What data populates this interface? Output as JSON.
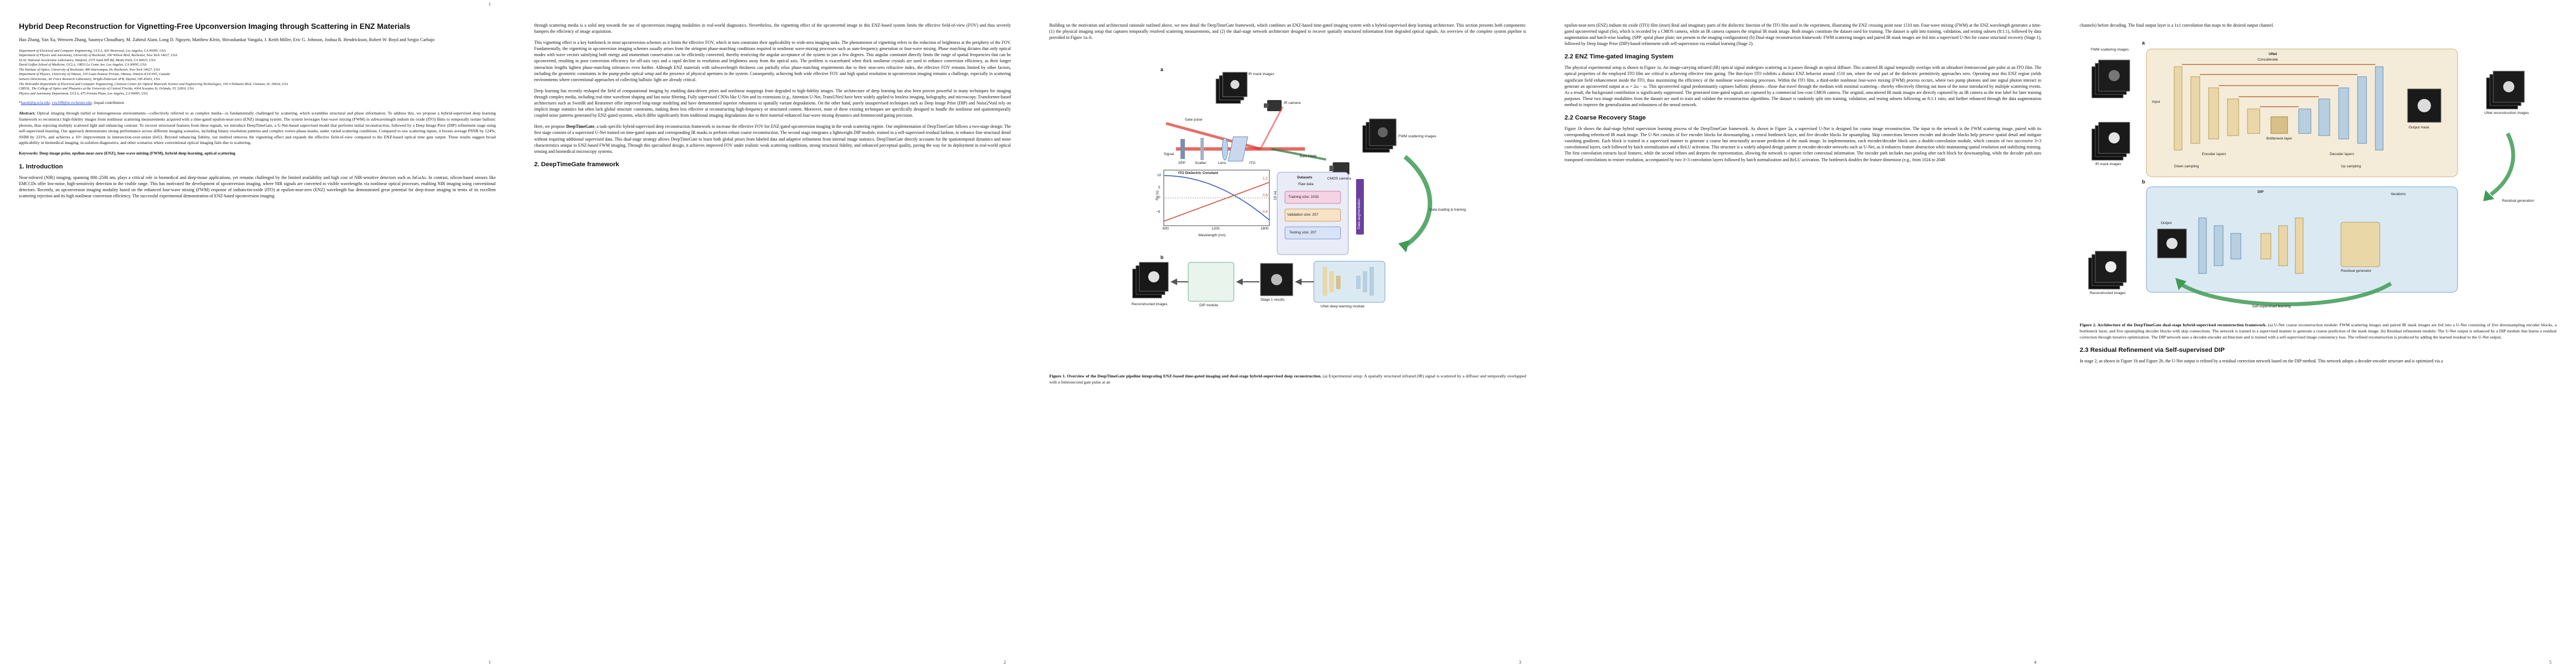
{
  "pages": [
    {
      "number": "1",
      "title": "Hybrid Deep Reconstruction for Vignetting-Free Upconversion Imaging through Scattering in ENZ Materials",
      "authors": "Hao Zhang, Yan Xu, Wenwen Zhang, Saumya Choudhary, M. Zahirul Alam, Long D. Nguyen, Matthew Klein, Shivashankar Vangala, J. Keith Miller, Eric G. Johnson, Joshua R. Hendrickson, Robert W. Boyd and Sergio Carbajo",
      "affiliations": [
        "Department of Electrical and Computer Engineering, UCLA, 420 Westwood, Los Angeles, CA 90095, USA",
        "Department of Physics and Astronomy, University of Rochester, 500 Wilson Blvd, Rochester, New York 14627, USA",
        "SLAC National Accelerator Laboratory, Stanford, 2575 Sand Hill Rd, Menlo Park, CA 94025, USA",
        "David Geffen School of Medicine, UCLA, 10833 Le Conte Ave, Los Angeles, CA 90095, USA",
        "The Institute of Optics, University of Rochester, 480 Intercampus Dr, Rochester, New York 14627, USA",
        "Department of Physics, University of Ottawa, 150 Louis-Pasteur Private, Ottawa, Ontario K1N 6N5, Canada",
        "Sensors Directorate, Air Force Research Laboratory, Wright-Patterson AFB, Dayton, OH 45433, USA",
        "The Holcombe Department of Electrical and Computer Engineering, Clemson Center for Optical Materials Science and Engineering Technologies, 100 S Palmetto Blvd, Clemson, SC 29634, USA",
        "CREOL, The College of Optics and Photonics at the University of Central Florida, 4304 Scorpius St, Orlando, FL 32816, USA",
        "Physics and Astronomy Department, UCLA, 475 Portola Plaza, Los Angeles, CA 90095, USA"
      ],
      "email_prefix": "*",
      "email_1": "haozh@g.ucla.edu",
      "email_2": "yxu108@ur.rochester.edu",
      "email_suffix": "; ‡equal contribution",
      "abstract_label": "Abstract.",
      "abstract": "Optical imaging through turbid or heterogeneous environments—collectively referred to as complex media—is fundamentally challenged by scattering, which scrambles structural and phase information. To address this, we propose a hybrid-supervised deep learning framework to reconstruct high-fidelity images from nonlinear scattering measurements acquired with a time-gated epsilon-near-zero (ENZ) imaging system. The system leverages four-wave mixing (FWM) in subwavelength indium tin oxide (ITO) films to temporally isolate ballistic photons, thus rejecting multiply scattered light and enhancing contrast. To recover structured features from these signals, we introduce DeepTimeGate, a U-Net-based supervised model that performs initial reconstruction, followed by a Deep Image Prior (DIP) refinement stage using self-supervised learning. Our approach demonstrates strong performance across different imaging scenarios, including binary resolution patterns and complex vortex-phase masks, under varied scattering conditions. Compared to raw scattering inputs, it boosts average PSNR by 124%, SSIM by 231%, and achieves a 10× improvement in intersection-over-union (IoU). Beyond enhancing fidelity, our method removes the vignetting effect and expands the effective field-of-view compared to the ENZ-based optical time gate output. These results suggest broad applicability in biomedical imaging, in-solution diagnostics, and other scenarios where conventional optical imaging fails due to scattering.",
      "keywords_label": "Keywords:",
      "keywords": "Deep image prior, epsilon-near-zero (ENZ), four-wave mixing (FWM), hybrid deep learning, optical scattering",
      "section_1_heading": "1. Introduction",
      "section_1_text": "Near-infrared (NIR) imaging, spanning 800–2500 nm, plays a critical role in biomedical and deep-tissue applications, yet remains challenged by the limited availability and high cost of NIR-sensitive detectors such as InGaAs. In contrast, silicon-based sensors like EMCCDs offer low-noise, high-sensitivity detection in the visible range. This has motivated the development of upconversion imaging, where NIR signals are converted to visible wavelengths via nonlinear optical processes, enabling NIR imaging using conventional detectors. Recently, an upconversion imaging modality based on the enhanced four-wave mixing (FWM) response of indium-tin-oxide (ITO) at epsilon-near-zero (ENZ) wavelength has demonstrated great potential for deep-tissue imaging in terms of its excellent scattering rejection and its high nonlinear conversion efficiency. The successful experimental demonstration of ENZ-based upconversion imaging"
    },
    {
      "number": "2",
      "para_1": "through scattering media is a solid step towards the use of upconversion imaging modalities in real-world diagnostics. Nevertheless, the vignetting effect of the upconverted image in this ENZ-based system limits the effective field-of-view (FOV) and thus severely hampers the efficiency of image acquisition.",
      "para_2": "This vignetting effect is a key bottleneck in most upconversion schemes as it limits the effective FOV, which in turn constrains their applicability to wide-area imaging tasks. The phenomenon of vignetting refers to the reduction of brightness at the periphery of the FOV. Fundamentally, the vignetting in upconversion imaging schemes usually arises from the stringent phase-matching conditions required in nonlinear wave-mixing processes such as sum-frequency generation or four-wave mixing. Phase matching dictates that only optical modes with wave vectors satisfying both energy and momentum conservation can be efficiently converted, thereby restricting the angular acceptance of the system to just a few degrees. This angular constraint directly limits the range of spatial frequencies that can be upconverted, resulting in poor conversion efficiency for off-axis rays and a rapid decline in resolution and brightness away from the optical axis. The problem is exacerbated when thick nonlinear crystals are used to enhance conversion efficiency, as their longer interaction lengths tighten phase-matching tolerances even further. Although ENZ materials with subwavelength thickness can partially relax phase-matching requirements due to their near-zero refractive index, the effective FOV remains limited by other factors, including the geometric constraints in the pump-probe optical setup and the presence of physical apertures in the system. Consequently, achieving both wide effective FOV and high spatial resolution in upconversion imaging remains a challenge, especially in scattering environments where conventional approaches of collecting ballistic light are already critical.",
      "para_3": "Deep learning has recently reshaped the field of computational imaging by enabling data-driven priors and nonlinear mappings from degraded to high-fidelity images. The architecture of deep learning has also been proven powerful in many techniques for imaging through complex media, including real-time wavefront shaping and fast noise filtering. Fully supervised CNNs like U-Net and its extensions (e.g., Attention U-Net, TransUNet) have been widely applied to lensless imaging, holography, and microscopy. Transformer-based architectures such as SwinIR and Restormer offer improved long-range modeling and have demonstrated superior robustness to spatially variant degradations. On the other hand, purely unsupervised techniques such as Deep Image Prior (DIP) and Noise2Void rely on implicit image statistics but often lack global structure constraints, making them less effective at reconstructing high-frequency or structured content. Moreover, none of these existing techniques are specifically designed to handle the nonlinear and spatiotemporally coupled noise patterns generated by ENZ-gated systems, which differ significantly from traditional imaging degradations due to their material-enhanced four-wave mixing dynamics and femtosecond gating precision.",
      "para_4_pre": "Here, we propose ",
      "para_4_bold": "DeepTimeGate",
      "para_4_post": ", a task-specific hybrid-supervised deep reconstruction framework to increase the effective FOV for ENZ-gated upconversion imaging in the weak scattering regime. Our implementation of DeepTimeGate follows a two-stage design: The first stage consists of a supervised U-Net trained on time-gated inputs and corresponding IR masks to perform robust coarse reconstruction. The second stage integrates a lightweight DIP module, trained in a self-supervised residual fashion, to enhance fine structural detail without requiring additional supervised data. This dual-stage strategy allows DeepTimeGate to learn both global priors from labeled data and adaptive refinement from internal image statistics. DeepTimeGate directly accounts for the spatiotemporal dynamics and noise characteristics unique to ENZ-based FWM imaging. Through this specialized design, it achieves improved FOV under realistic weak scattering conditions, strong structural fidelity, and enhanced perceptual quality, paving the way for its deployment in real-world optical sensing and biomedical microscopy systems.",
      "section_2_heading": "2. DeepTimeGate framework"
    },
    {
      "number": "3",
      "para_1": "Building on the motivation and architectural rationale outlined above, we now detail the DeepTimeGate framework, which combines an ENZ-based time-gated imaging system with a hybrid-supervised deep learning architecture. This section presents both components: (1) the physical imaging setup that captures temporally resolved scattering measurements, and (2) the dual-stage network architecture designed to recover spatially structured information from degraded optical signals. An overview of the complete system pipeline is provided in Figure 1a–b.",
      "fig1": {
        "panel_a": "a",
        "panel_b": "b",
        "ir_mask_images": "IR mask images",
        "ir_camera": "IR camera",
        "gate_pulse": "Gate pulse",
        "signal": "Signal",
        "spp": "SPP",
        "scatter": "Scatter",
        "lens": "Lens",
        "ito": "ITO",
        "sum_fwm": "Sum FWM",
        "cmos_camera": "CMOS camera",
        "fwm_scattering_images": "FWM scattering images",
        "dielectric_title": "ITO Dielectric Constant",
        "xlabel": "Wavelength (nm)",
        "ylabel_left": "Re (ε)",
        "ylabel_right": "Im (ε)",
        "xticks": [
          "600",
          "1200",
          "1800"
        ],
        "yticks_left": [
          "10",
          "5",
          "0",
          "−5"
        ],
        "yticks_right": [
          "1.2",
          "0.8",
          "0.4"
        ],
        "datasets_title": "Datasets",
        "datasets_subtitle": "Raw data",
        "training": "Training size: 1033",
        "validation": "Validation size: 207",
        "testing": "Testing size: 207",
        "data_augmentation": "Data augmentation",
        "data_loading": "Data loading & training",
        "reconstructed_images": "Reconstructed images",
        "dip_module": "DIP module",
        "stage1_results": "Stage 1 results",
        "unet_module": "UNet deep learning module"
      },
      "caption_bold": "Figure 1. Overview of the DeepTimeGate pipeline integrating ENZ-based time-gated imaging and dual-stage hybrid-supervised deep reconstruction.",
      "caption_text": " (a) Experimental setup: A spatially structured infrared (IR) signal is scattered by a diffuser and temporally overlapped with a femtosecond gate pulse at an"
    },
    {
      "number": "4",
      "para_1": "epsilon-near-zero (ENZ) indium tin oxide (ITO) film (inset) Real and imaginary parts of the dielectric function of the ITO film used in the experiment, illustrating the ENZ crossing point near 1510 nm. Four-wave mixing (FWM) at the ENZ wavelength generates a time-gated upconverted signal (Sn), which is recorded by a CMOS camera, while an IR camera captures the original IR mask image. Both images constitute the dataset used for training. The dataset is split into training, validation, and testing subsets (8:1:1), followed by data augmentation and batch-wise loading. (SPP: spiral phase plate; not present in the imaging configuration) (b) Dual-stage reconstruction framework: FWM scattering images and paired IR mask images are fed into a supervised U-Net for coarse structural recovery (Stage 1), followed by Deep Image Prior (DIP)-based refinement with self-supervision via residual learning (Stage 2).",
      "section_22_heading": "2.2 ENZ Time-gated Imaging System",
      "para_22": "The physical experimental setup is shown in Figure 1a. An image-carrying infrared (IR) optical signal undergoes scattering as it passes through an optical diffuser. This scattered IR signal temporally overlaps with an ultrashort femtosecond gate pulse at an ITO film. The optical properties of the employed ITO film are critical to achieving effective time gating. The thin-layer ITO exhibits a distinct ENZ behavior around 1510 nm, where the real part of the dielectric permittivity approaches zero. Operating near this ENZ region yields significant field enhancement inside the ITO, thus maximizing the efficiency of the nonlinear wave-mixing processes. Within the ITO film, a third-order nonlinear four-wave mixing (FWM) process occurs, where two pump photons and one signal photon interact to generate an upconverted output at ω = 2ω − ω. This upconverted signal predominantly captures ballistic photons—those that travel through the medium with minimal scattering—thereby effectively filtering out most of the noise introduced by multiple scattering events. As a result, the background contribution is significantly suppressed. The generated time-gated signals are captured by a commercial low-cost CMOS camera. The original, unscattered IR mask images are directly captured by an IR camera as the true label for later training purposes. These two image modalities from the dataset are used to train and validate the reconstruction algorithms. The dataset is randomly split into training, validation, and testing subsets following an 8:1:1 ratio, and further enhanced through the data augmentation method to improve the generalization and robustness of the neural network.",
      "section_23_heading": "2.2 Coarse Recovery Stage",
      "para_23": "Figure 1b shows the dual-stage hybrid supervision learning process of the DeepTimeGate framework. As shown in Figure 2a, a supervised U-Net is designed for coarse image reconstruction. The input to the network is the FWM scattering image, paired with its corresponding referenced IR mask image. The U-Net consists of five encoder blocks for downsampling, a central bottleneck layer, and five decoder blocks for upsampling. Skip connections between encoder and decoder blocks help preserve spatial detail and mitigate vanishing gradients. Each block is trained in a supervised manner to generate a coarse but structurally accurate prediction of the mask image. In implementation, each encoder/decoder block uses a double-convolution module, which consists of two successive 3×3 convolutional layers, each followed by batch normalization and a ReLU activation. This structure is a widely adopted design pattern in encoder-decoder networks such as U-Net, as it enhances feature abstraction while maintaining spatial resolution and stabilizing training. The first convolution extracts local features, while the second refines and deepens the representation, allowing the network to capture richer contextual information. The encoder path includes max pooling after each block for downsampling, while the decoder path uses transposed convolutions to restore resolution, accompanied by two 3×3 convolution layers followed by batch normalization and ReLU activation. The bottleneck doubles the feature dimension (e.g., from 1024 to 2048"
    },
    {
      "number": "5",
      "para_1": "channels) before decoding. The final output layer is a 1x1 convolution that maps to the desired output channel.",
      "fig2": {
        "panel_a": "a",
        "panel_b": "b",
        "fwm_scattering_images": "FWM scattering images",
        "ir_mask_images": "IR mask images",
        "unet": "UNet",
        "input": "Input",
        "concatenate": "Concatenate",
        "encoder_layers": "Encoder layers",
        "decoder_layers": "Decoder layers",
        "bottleneck_layer": "Bottleneck layer",
        "down_sampling": "Down sampling",
        "up_sampling": "Up sampling",
        "output_mask": "Output mask",
        "unet_reconstruction_images": "UNet reconstruction images",
        "residual_generation": "Residual generation",
        "iterations": "Iterations",
        "output": "Output",
        "dip": "DIP",
        "residual_generator": "Residual generator",
        "reconstructed_images": "Reconstructed images",
        "self_supervised_learning": "Self-supervised learning"
      },
      "caption_bold": "Figure 2. Architecture of the DeepTimeGate dual-stage hybrid-supervised reconstruction framework.",
      "caption_text": " (a) U-Net coarse reconstruction module: FWM scattering images and paired IR mask images are fed into a U-Net consisting of five downsampling encoder blocks, a bottleneck layer, and five upsampling decoder blocks with skip connections. The network is trained in a supervised manner to generate a coarse prediction of the mask image. (b) Residual refinement module: The U-Net output is enhanced by a DIP module that learns a residual correction through iterative optimization. The DIP network uses a decoder-encoder architecture and is trained with a self-supervised image consistency loss. The refined reconstruction is produced by adding the learned residual to the U-Net output.",
      "section_heading": "2.3 Residual Refinement via Self-supervised DIP",
      "para_2": "In stage 2, as shown in Figure 1b and Figure 2b, the U-Net output is refined by a residual correction network based on the DIP method. This network adopts a decoder-encoder structure and is optimized via a"
    }
  ],
  "colors": {
    "link": "#1a3fbf",
    "ir_beam": "#e0443a",
    "gate_beam": "#d9342b",
    "fwm_beam": "#2f7d3a",
    "dataset_panel": "#e9ecf7",
    "training_box": "#f6d3e4",
    "validation_box": "#f8e3c7",
    "testing_box": "#d8e3f7",
    "augmentation": "#6b3fa0",
    "unet_panel": "#f4ecd9",
    "dip_panel": "#dbe9f3",
    "encoder": "#ead7a8",
    "decoder": "#b7cfe0",
    "arrow_green": "#3f9b56"
  }
}
